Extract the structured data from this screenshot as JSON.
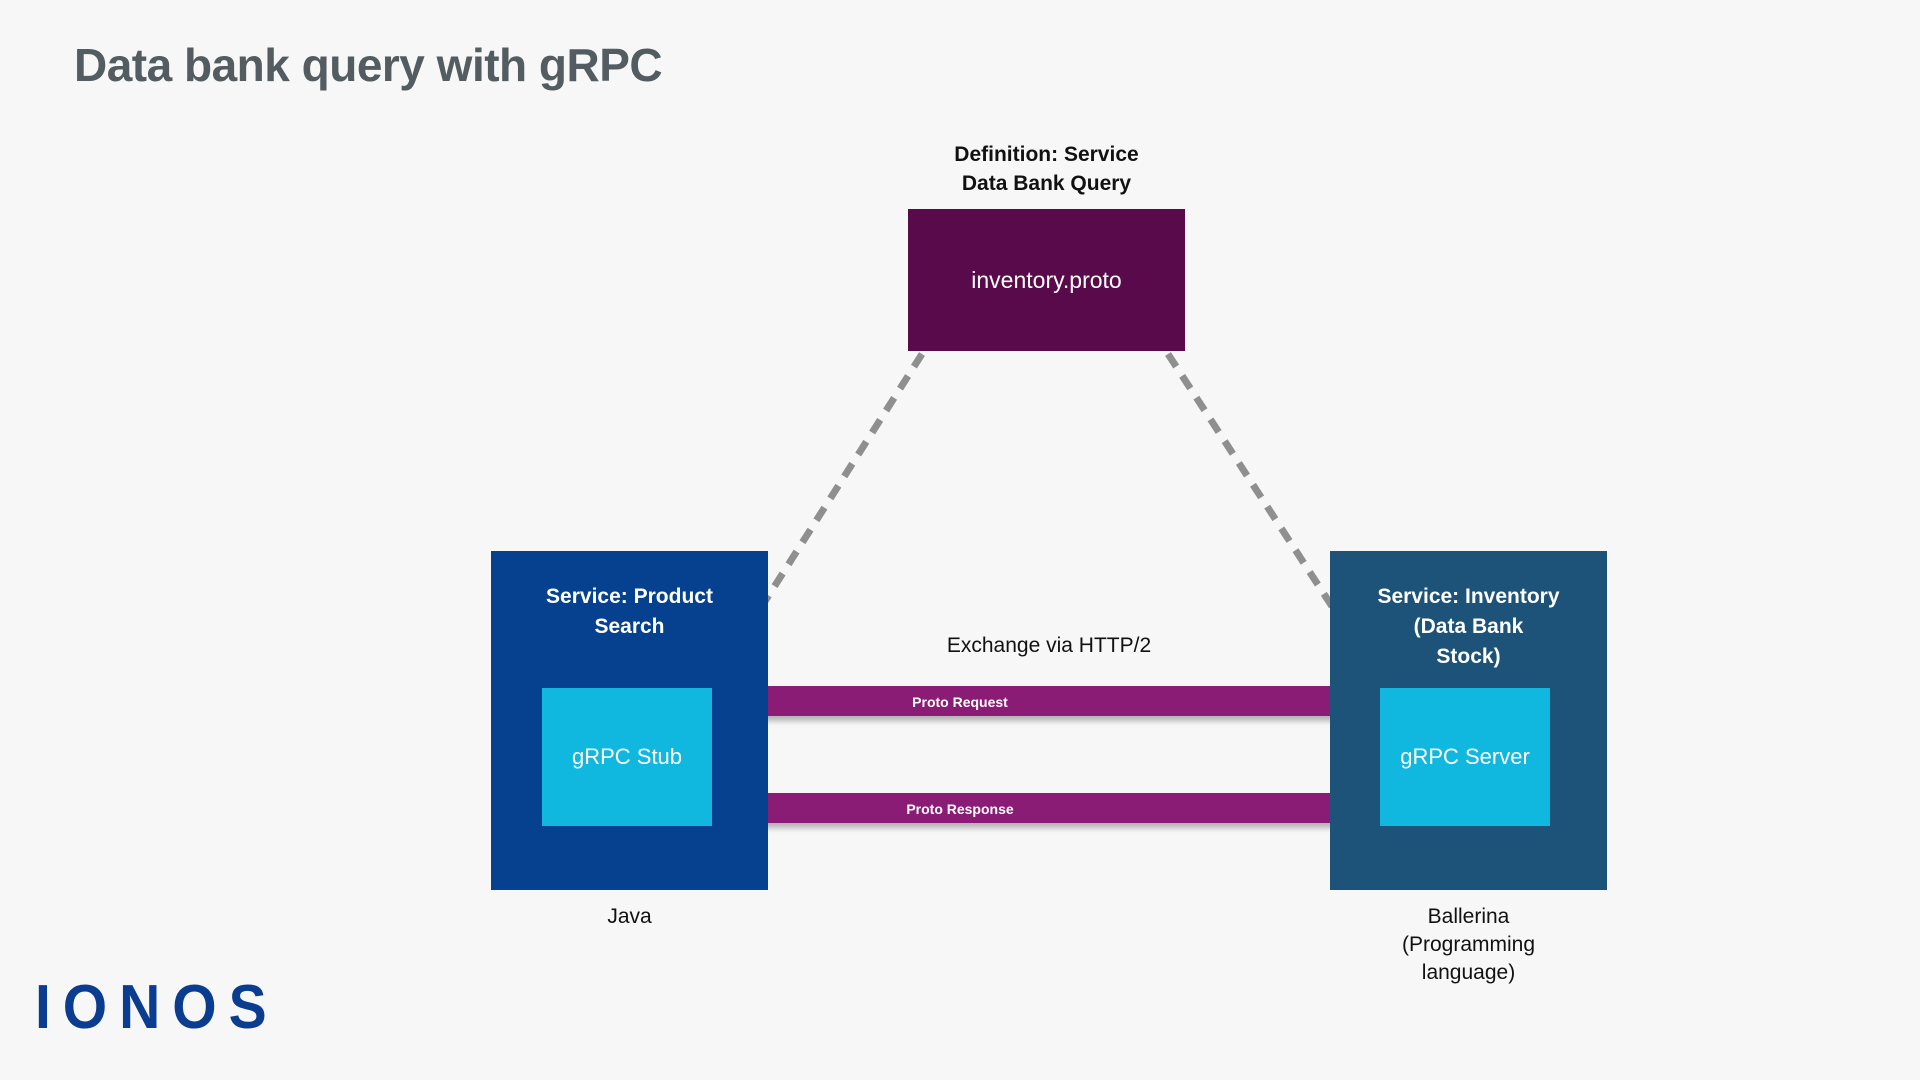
{
  "page": {
    "title": "Data bank query with gRPC",
    "background_color": "#f7f7f7",
    "title_color": "#525c61"
  },
  "definition": {
    "caption": "Definition: Service\nData Bank Query",
    "caption_line1": "Definition: Service",
    "caption_line2": "Data Bank Query",
    "box_label": "inventory.proto",
    "box_color": "#590a4a",
    "box_text_color": "#ffffff"
  },
  "services": [
    {
      "id": "product-search",
      "title": "Service: Product Search",
      "title_line1": "Service: Product",
      "title_line2": "Search",
      "box_color": "#06418f",
      "inner_label": "gRPC Stub",
      "inner_color": "#10b7df",
      "caption": "Java"
    },
    {
      "id": "inventory",
      "title": "Service: Inventory (Data Bank Stock)",
      "title_line1": "Service: Inventory",
      "title_line2": "(Data Bank",
      "title_line3": "Stock)",
      "box_color": "#1d5279",
      "inner_label": "gRPC Server",
      "inner_color": "#10b7df",
      "caption_line1": "Ballerina",
      "caption_line2": "(Programming",
      "caption_line3": "language)"
    }
  ],
  "exchange": {
    "caption": "Exchange via HTTP/2",
    "request_label": "Proto Request",
    "response_label": "Proto Response",
    "arrow_color": "#8a1a74"
  },
  "connectors": {
    "style": "dashed",
    "color": "#8f8f8f",
    "left_target": "gRPC Stub",
    "right_target": "gRPC Server"
  },
  "brand": {
    "logo_text": "IONOS",
    "logo_color": "#0a3d8f"
  }
}
